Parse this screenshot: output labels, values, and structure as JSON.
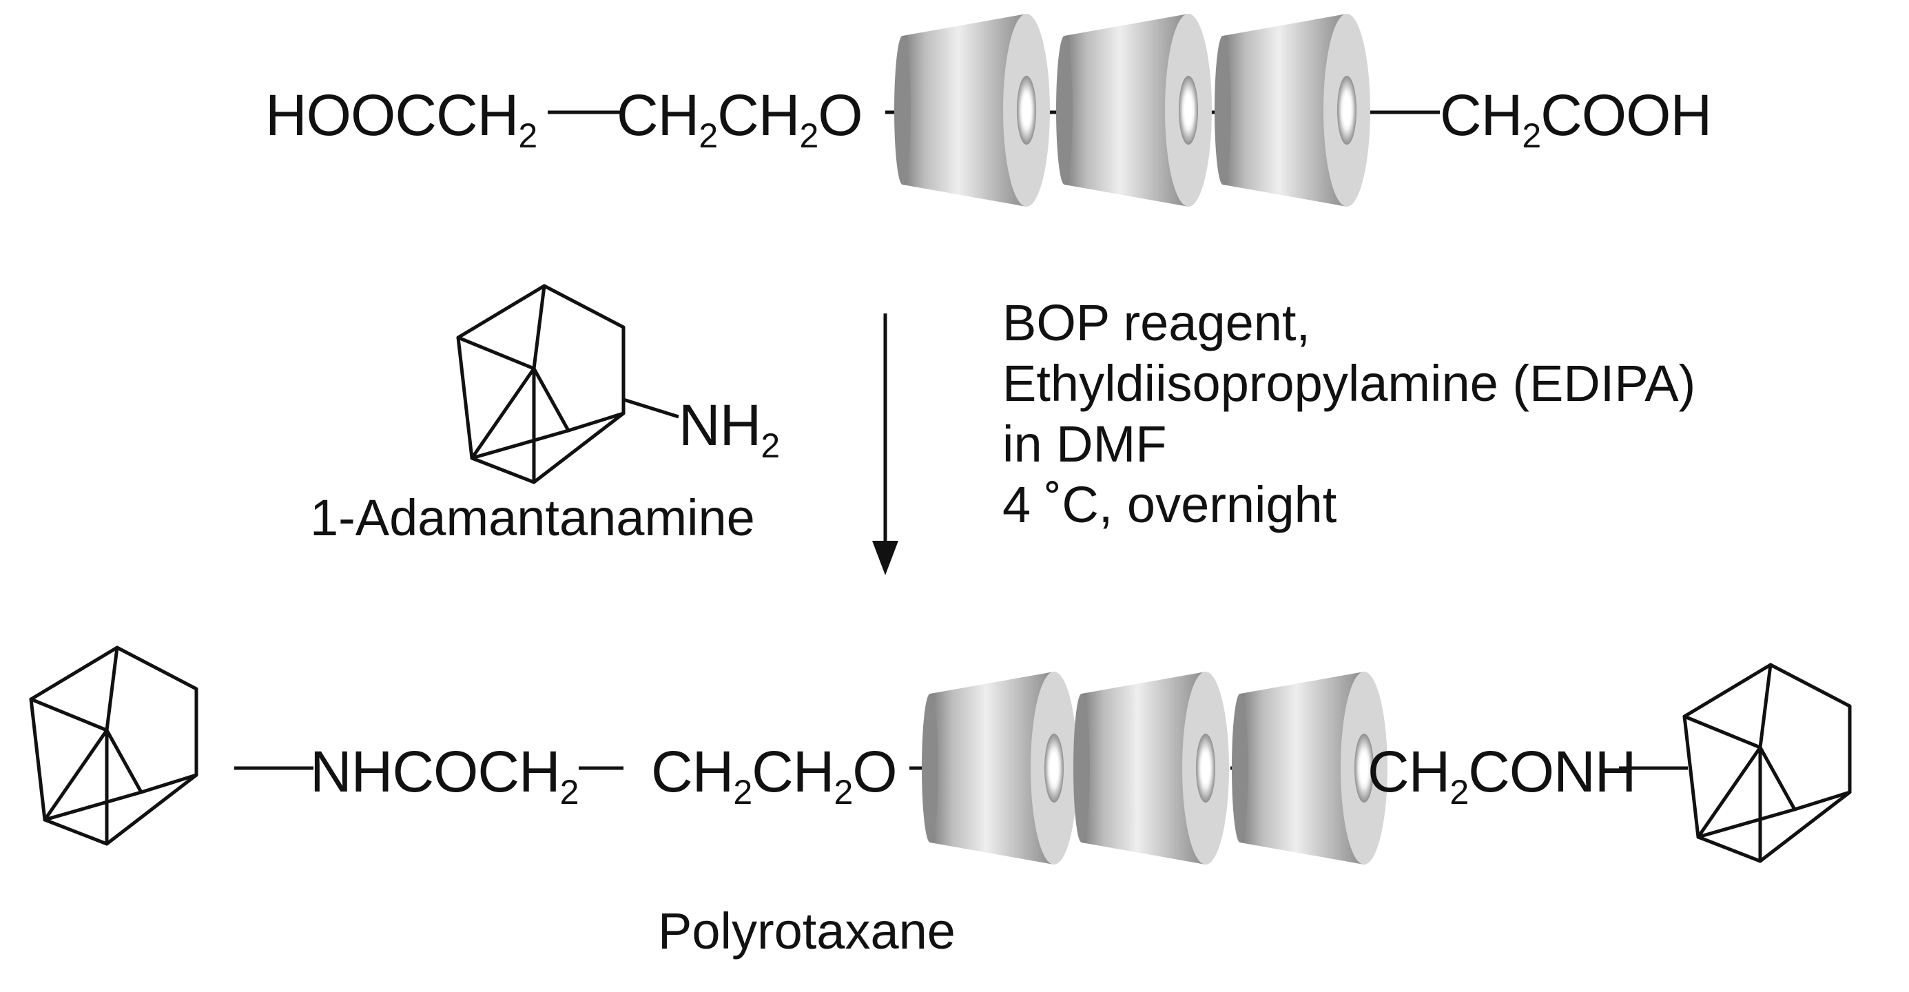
{
  "reactant": {
    "left_group": [
      "HOOCCH",
      "2"
    ],
    "chain": [
      "CH",
      "2",
      "CH",
      "2",
      "O"
    ],
    "right_group": [
      "CH",
      "2",
      "COOH"
    ]
  },
  "amine": {
    "group_main": "NH",
    "group_sub": "2",
    "name": "1-Adamantanamine"
  },
  "conditions": {
    "line1": "BOP reagent,",
    "line2": "Ethyldiisopropylamine (EDIPA)",
    "line3": "in DMF",
    "line4": "4 ˚C, overnight"
  },
  "product": {
    "left_group": [
      "NHCOCH",
      "2"
    ],
    "chain": [
      "CH",
      "2",
      "CH",
      "2",
      "O"
    ],
    "right_group": [
      "CH",
      "2",
      "CONH"
    ],
    "name": "Polyrotaxane"
  },
  "colors": {
    "ink": "#111111",
    "ring_light": "#e8e8e8",
    "ring_dark": "#8e8e8e"
  }
}
